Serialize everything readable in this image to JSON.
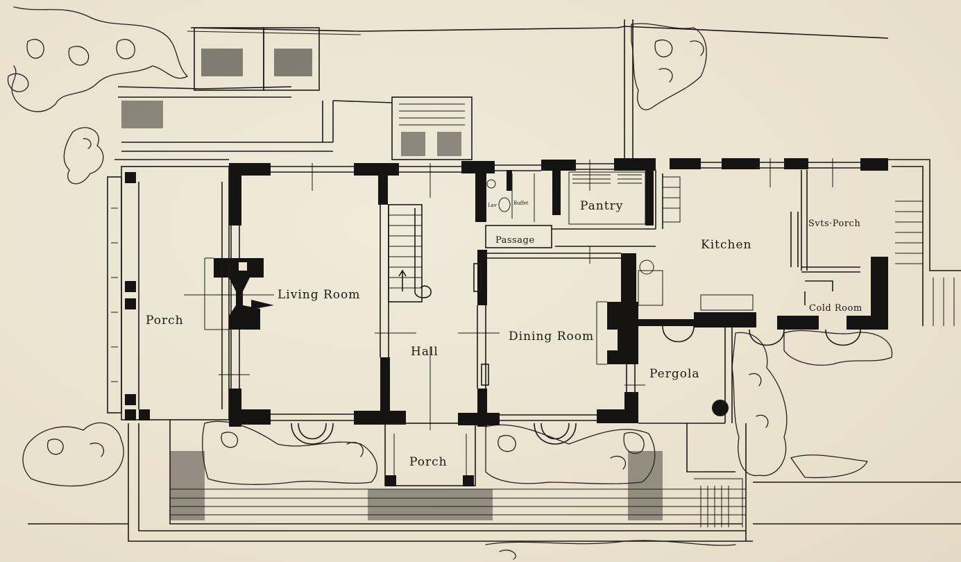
{
  "rooms": {
    "porch_left": "Porch",
    "living_room": "Living Room",
    "hall": "Hall",
    "dining_room": "Dining Room",
    "porch_front": "Porch",
    "passage": "Passage",
    "pantry": "Pantry",
    "kitchen": "Kitchen",
    "servants_porch": "Svts·Porch",
    "cold_room": "Cold Room",
    "pergola": "Pergola",
    "lav": "Lav",
    "buffet": "Buffet"
  },
  "colors": {
    "ink": "#161412",
    "paper": "#ece6d3"
  }
}
